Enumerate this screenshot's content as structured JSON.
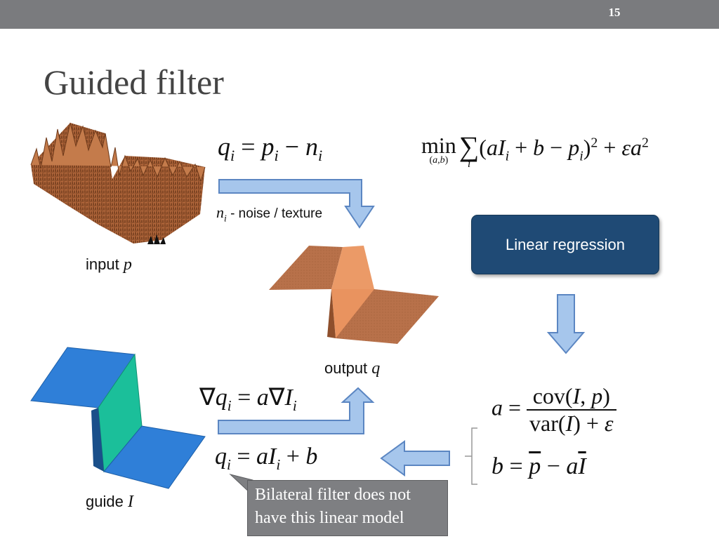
{
  "slide": {
    "number": "15",
    "title": "Guided filter"
  },
  "labels": {
    "input": "input",
    "input_var": "p",
    "output": "output",
    "output_var": "q",
    "guide": "guide",
    "guide_var": "I",
    "noise_var": "n",
    "noise_sub": "i",
    "noise_text": " - noise / texture"
  },
  "linear_regression": "Linear regression",
  "callout": {
    "line1": "Bilateral filter does not",
    "line2": "have this linear model"
  },
  "colors": {
    "arrow_fill": "#a6c6ec",
    "arrow_stroke": "#5b86c2",
    "surface_copper": "#b86f45",
    "guide_blue": "#2f7fd8",
    "guide_teal": "#1bbf9a",
    "box_navy": "#1f4a75"
  }
}
